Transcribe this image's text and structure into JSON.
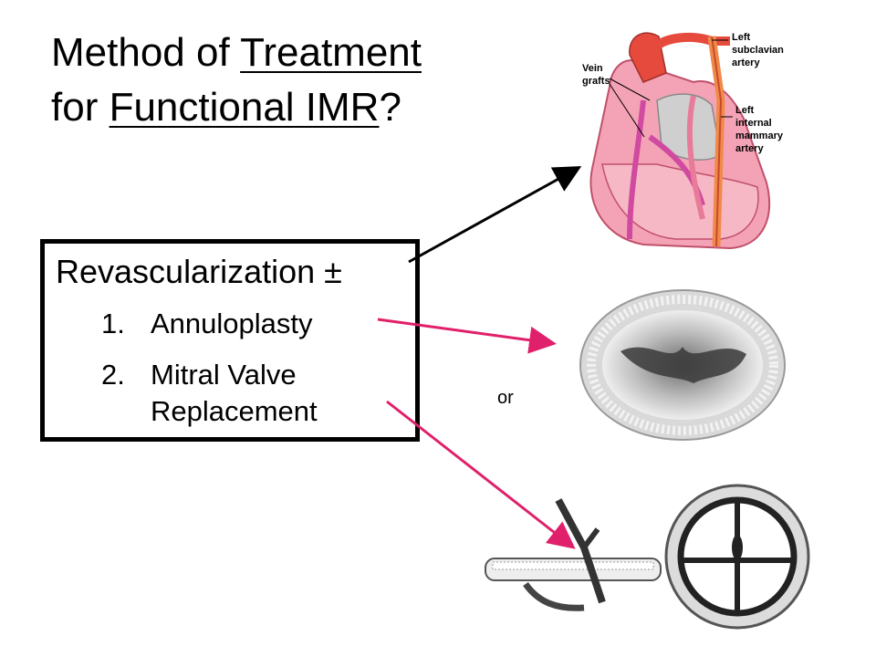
{
  "title": {
    "line1_pre": "Method of ",
    "line1_u": "Treatment",
    "line2_pre": "for ",
    "line2_u": "Functional IMR",
    "line2_post": "?"
  },
  "box": {
    "heading": "Revascularization ±",
    "items": [
      {
        "num": "1.",
        "text": "Annuloplasty"
      },
      {
        "num": "2.",
        "text": "Mitral Valve",
        "text2": "Replacement"
      }
    ]
  },
  "or_label": "or",
  "heart_labels": {
    "vein_grafts_1": "Vein",
    "vein_grafts_2": "grafts",
    "subclavian_1": "Left",
    "subclavian_2": "subclavian",
    "subclavian_3": "artery",
    "mammary_1": "Left",
    "mammary_2": "internal",
    "mammary_3": "mammary",
    "mammary_4": "artery"
  },
  "colors": {
    "arrow_black": "#000000",
    "arrow_pink": "#e0206a",
    "heart_pink": "#f28aa2",
    "artery_red": "#e64a3c"
  }
}
